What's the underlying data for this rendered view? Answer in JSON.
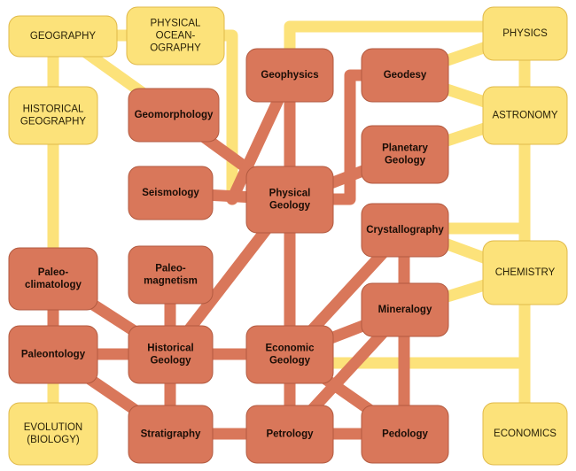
{
  "colors": {
    "geology_box": "#d9775a",
    "geology_box_border": "#b25a40",
    "related_box": "#fce27a",
    "related_box_border": "#e0b94a",
    "geology_link": "#d9775a",
    "related_link": "#fce27a",
    "background": "#ffffff"
  },
  "nodes": {
    "geography": {
      "lines": [
        "GEOGRAPHY"
      ]
    },
    "physical_oceanography": {
      "lines": [
        "PHYSICAL",
        "OCEAN-",
        "OGRAPHY"
      ]
    },
    "physics": {
      "lines": [
        "PHYSICS"
      ]
    },
    "historical_geography": {
      "lines": [
        "HISTORICAL",
        "GEOGRAPHY"
      ]
    },
    "astronomy": {
      "lines": [
        "ASTRONOMY"
      ]
    },
    "chemistry": {
      "lines": [
        "CHEMISTRY"
      ]
    },
    "evolution": {
      "lines": [
        "EVOLUTION",
        "(BIOLOGY)"
      ]
    },
    "economics": {
      "lines": [
        "ECONOMICS"
      ]
    },
    "geophysics": {
      "lines": [
        "Geophysics"
      ]
    },
    "geodesy": {
      "lines": [
        "Geodesy"
      ]
    },
    "geomorphology": {
      "lines": [
        "Geomorphology"
      ]
    },
    "planetary_geology": {
      "lines": [
        "Planetary",
        "Geology"
      ]
    },
    "seismology": {
      "lines": [
        "Seismology"
      ]
    },
    "physical_geology": {
      "lines": [
        "Physical",
        "Geology"
      ]
    },
    "crystallography": {
      "lines": [
        "Crystallography"
      ]
    },
    "paleoclimatology": {
      "lines": [
        "Paleo-",
        "climatology"
      ]
    },
    "paleomagnetism": {
      "lines": [
        "Paleo-",
        "magnetism"
      ]
    },
    "mineralogy": {
      "lines": [
        "Mineralogy"
      ]
    },
    "paleontology": {
      "lines": [
        "Paleontology"
      ]
    },
    "historical_geology": {
      "lines": [
        "Historical",
        "Geology"
      ]
    },
    "economic_geology": {
      "lines": [
        "Economic",
        "Geology"
      ]
    },
    "stratigraphy": {
      "lines": [
        "Stratigraphy"
      ]
    },
    "petrology": {
      "lines": [
        "Petrology"
      ]
    },
    "pedology": {
      "lines": [
        "Pedology"
      ]
    }
  }
}
